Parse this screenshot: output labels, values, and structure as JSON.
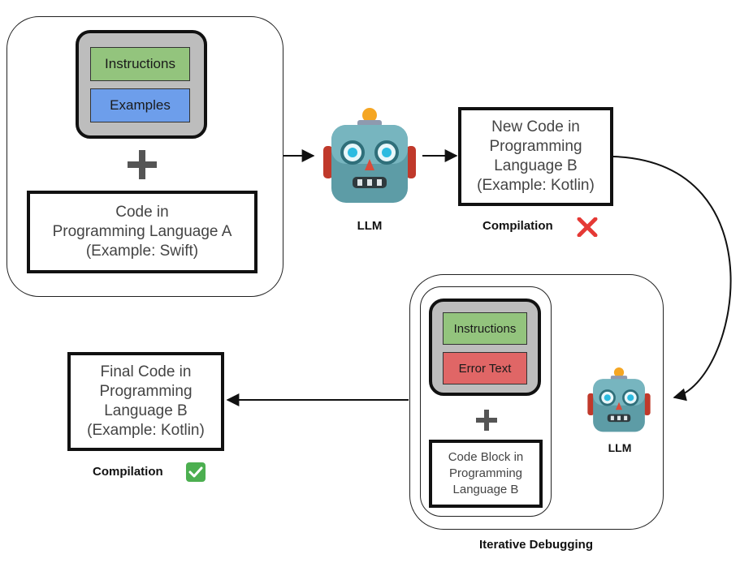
{
  "input_panel": {
    "instructions": "Instructions",
    "examples": "Examples",
    "code_a": "Code in\nProgramming Language A\n(Example: Swift)"
  },
  "llm1": {
    "label": "LLM"
  },
  "new_code": {
    "text": "New Code in\nProgramming\nLanguage B\n(Example: Kotlin)",
    "compilation": "Compilation"
  },
  "debug_panel": {
    "instructions": "Instructions",
    "error_text": "Error Text",
    "code_block": "Code Block in\nProgramming\nLanguage B",
    "caption": "Iterative Debugging"
  },
  "llm2": {
    "label": "LLM"
  },
  "final_code": {
    "text": "Final Code in\nProgramming\nLanguage B\n(Example: Kotlin)",
    "compilation": "Compilation"
  },
  "colors": {
    "instructions": "#93c47d",
    "examples": "#6d9eeb",
    "error_text": "#e06666",
    "fail_mark": "#e53935",
    "pass_mark": "#4caf50"
  },
  "icons": [
    "plus-icon",
    "robot-icon",
    "cross-mark-icon",
    "check-mark-icon"
  ]
}
